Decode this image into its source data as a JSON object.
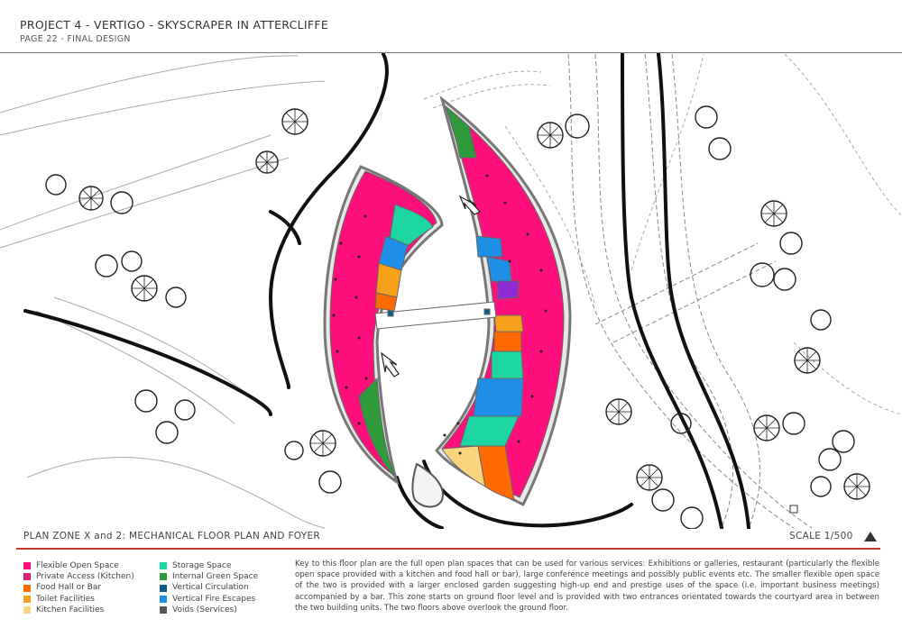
{
  "header": {
    "title": "PROJECT 4 - VERTIGO - SKYSCRAPER IN ATTERCLIFFE",
    "subtitle": "PAGE 22 - FINAL DESIGN"
  },
  "caption": "PLAN ZONE X and 2: MECHANICAL FLOOR PLAN AND FOYER",
  "scale": "SCALE 1/500",
  "legend": {
    "col1": [
      {
        "label": "Flexible Open Space",
        "color": "#ff0f7b"
      },
      {
        "label": "Private Access (Kitchen)",
        "color": "#d8217f"
      },
      {
        "label": "Food Hall or Bar",
        "color": "#ff6a00"
      },
      {
        "label": "Toilet Facilities",
        "color": "#f7a11a"
      },
      {
        "label": "Kitchen Facilities",
        "color": "#fcd47e"
      }
    ],
    "col2": [
      {
        "label": "Storage Space",
        "color": "#1dd6a3"
      },
      {
        "label": "Internal Green Space",
        "color": "#2e9a3a"
      },
      {
        "label": "Vertical Circulation",
        "color": "#0b5a8a"
      },
      {
        "label": "Vertical Fire Escapes",
        "color": "#1e8fe6"
      },
      {
        "label": "Voids (Services)",
        "color": "#555555"
      }
    ]
  },
  "description": "Key to this floor plan are the full open plan spaces that can be used for various services: Exhibitions or galleries, restaurant (particularly the flexible open space provided with a kitchen and food hall or bar), large conference meetings and possibly public events etc. The smaller flexible open space of the two is provided with a larger enclosed garden suggesting high-up end and prestige uses of the space (i.e. important business meetings) accompanied by a bar. This zone starts on ground floor level and is provided with two entrances orientated towards the courtyard area in between the two building units. The two floors above overlook the ground floor."
}
